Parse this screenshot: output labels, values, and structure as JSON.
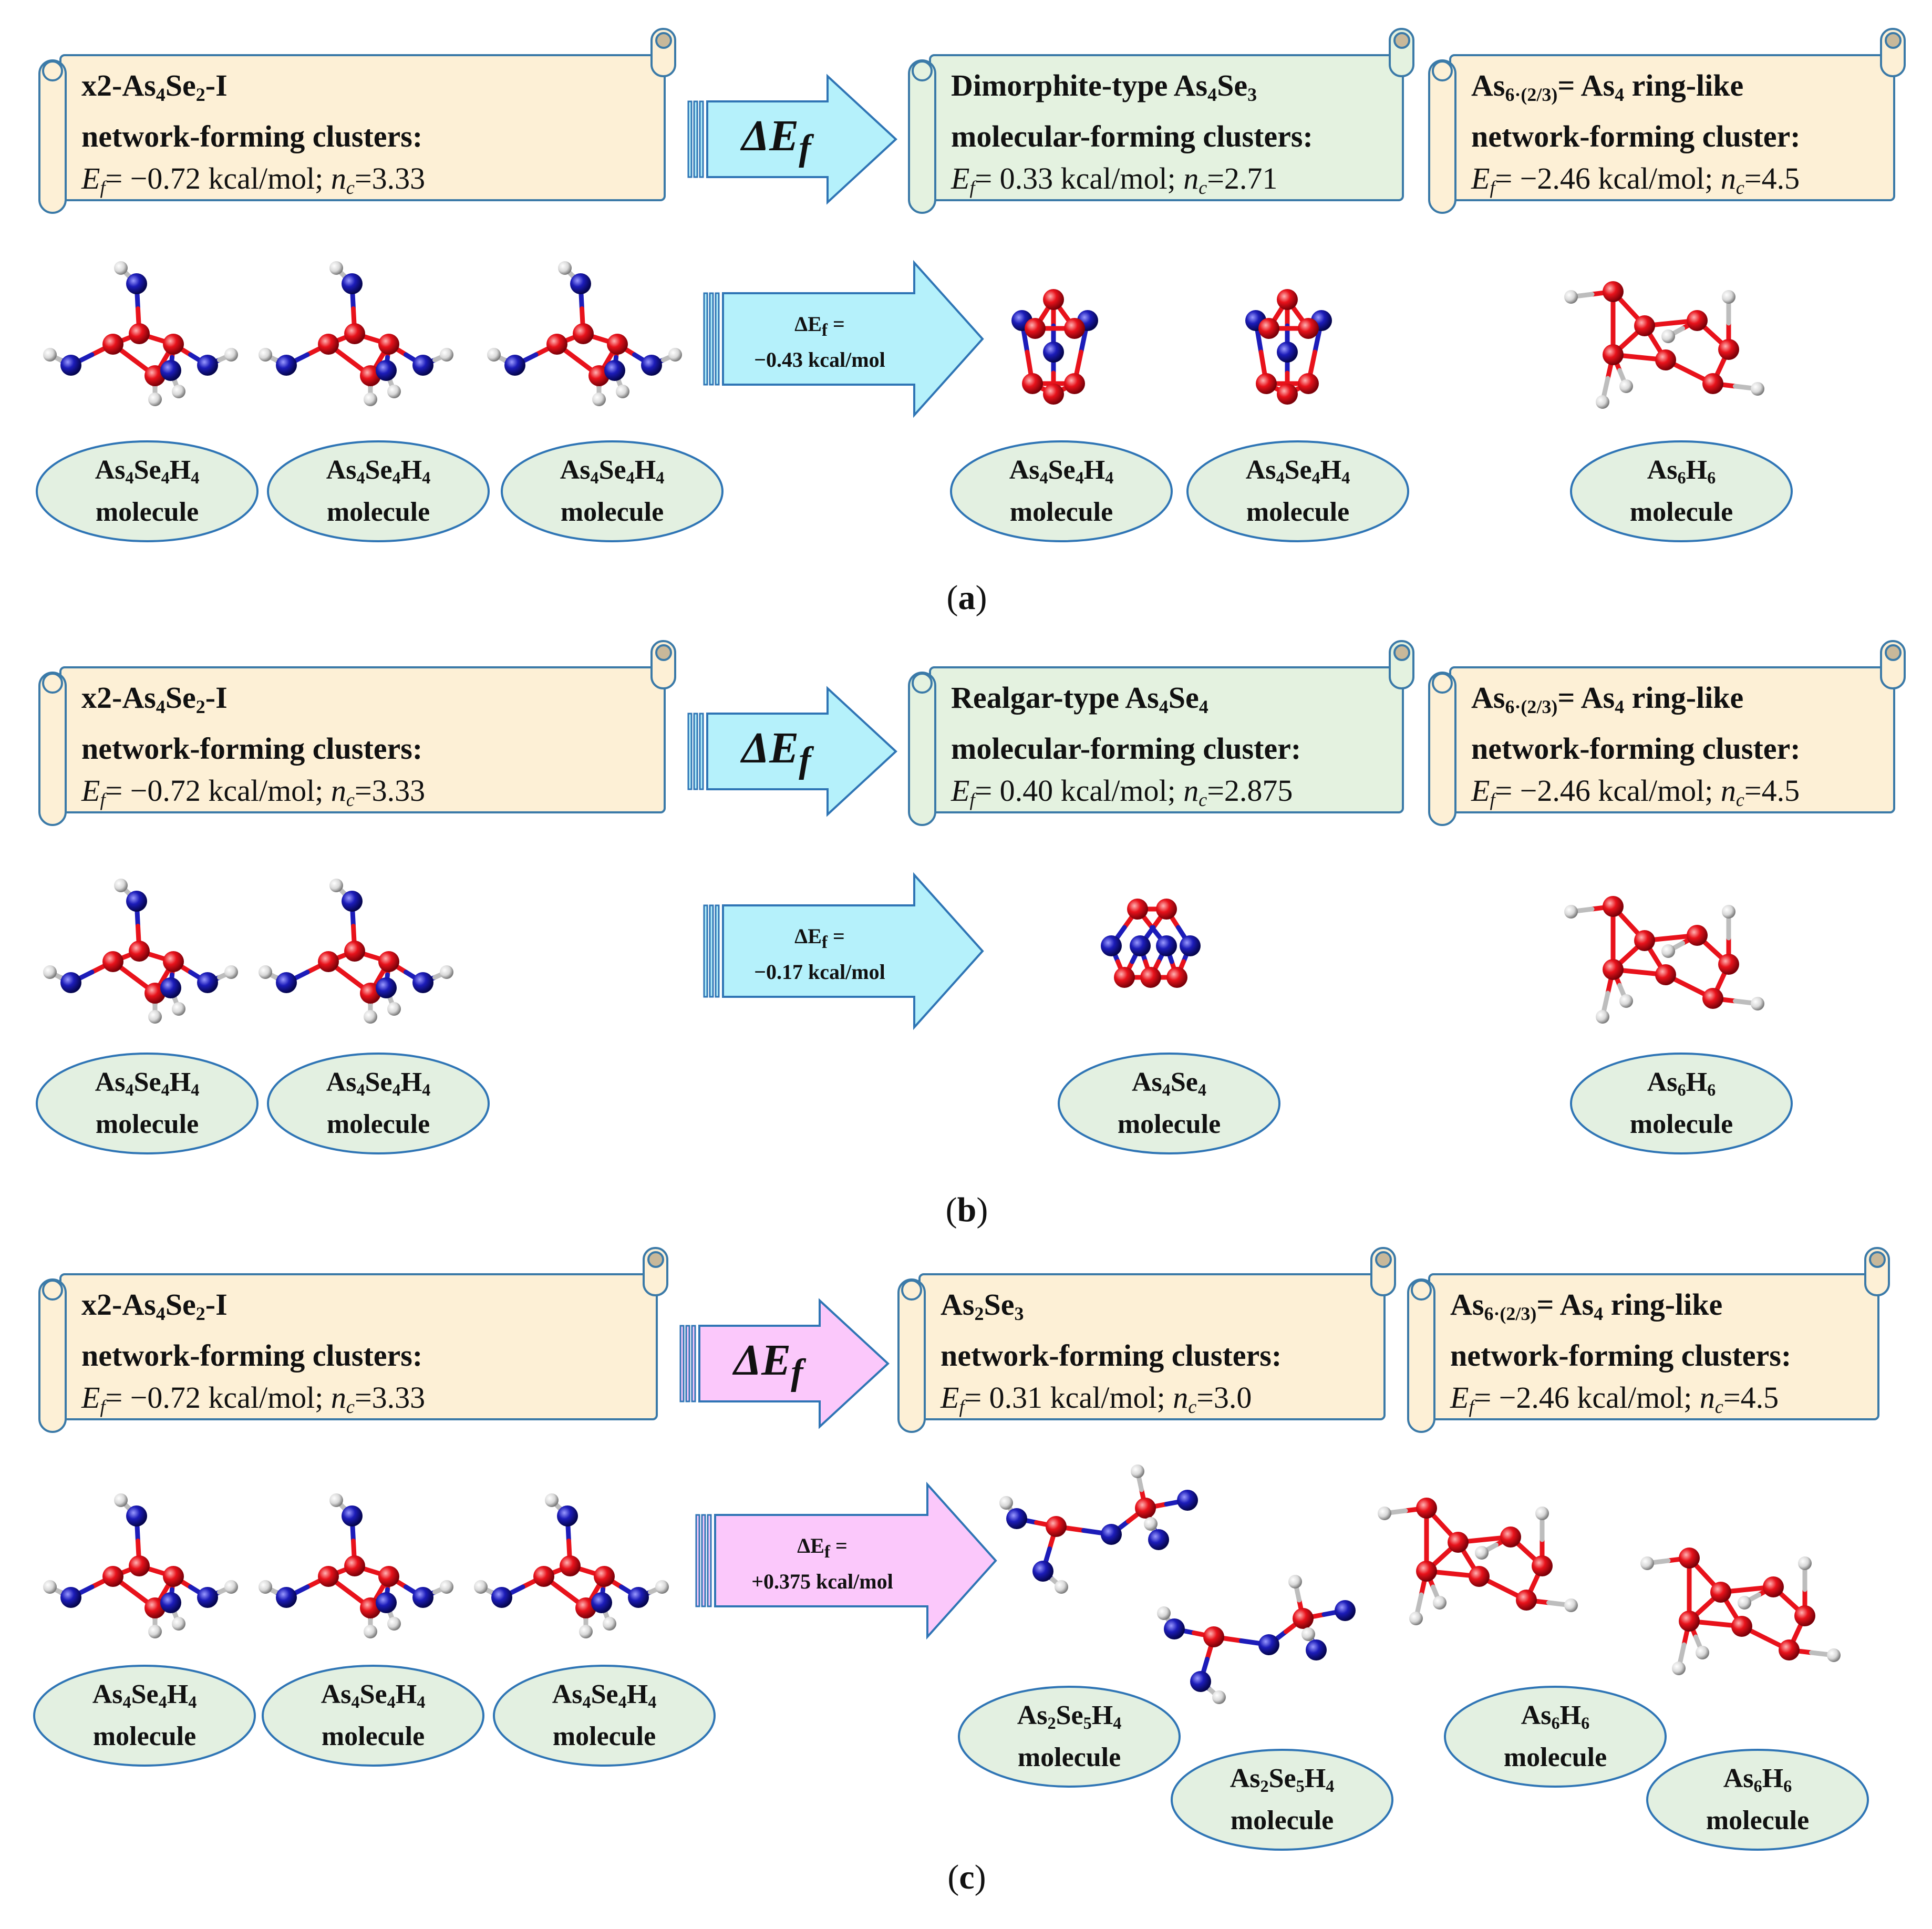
{
  "panels": [
    {
      "caption_letter": "a",
      "boxes": [
        {
          "line1": "x2-As<sub>4</sub>Se<sub>2</sub>-I",
          "line2": "network-forming clusters:",
          "line3": "<i>E<sub>f</sub></i>= −0.72 kcal/mol; <i>n<sub>c</sub></i>=3.33"
        },
        {
          "line1": "Dimorphite-type As<sub>4</sub>Se<sub>3</sub>",
          "line2": "molecular-forming clusters:",
          "line3": "<i>E<sub>f</sub></i>= 0.33 kcal/mol; <i>n<sub>c</sub></i>=2.71"
        },
        {
          "line1": "As<sub>6·(2/3)</sub>= As<sub>4</sub> ring-like",
          "line2": "network-forming cluster:",
          "line3": "<i>E<sub>f</sub></i>= −2.46 kcal/mol; <i>n<sub>c</sub></i>=4.5"
        }
      ],
      "arrow_top": "ΔE<sub>f</sub>",
      "arrow_bottom": [
        "ΔE<sub>f</sub> =",
        "−0.43 kcal/mol"
      ],
      "molecules": [
        {
          "formula": "As<sub>4</sub>Se<sub>4</sub>H<sub>4</sub>",
          "word": "molecule"
        },
        {
          "formula": "As<sub>4</sub>Se<sub>4</sub>H<sub>4</sub>",
          "word": "molecule"
        },
        {
          "formula": "As<sub>4</sub>Se<sub>4</sub>H<sub>4</sub>",
          "word": "molecule"
        },
        {
          "formula": "As<sub>4</sub>Se<sub>4</sub>H<sub>4</sub>",
          "word": "molecule"
        },
        {
          "formula": "As<sub>4</sub>Se<sub>4</sub>H<sub>4</sub>",
          "word": "molecule"
        },
        {
          "formula": "As<sub>6</sub>H<sub>6</sub>",
          "word": "molecule"
        }
      ]
    },
    {
      "caption_letter": "b",
      "boxes": [
        {
          "line1": "x2-As<sub>4</sub>Se<sub>2</sub>-I",
          "line2": "network-forming clusters:",
          "line3": "<i>E<sub>f</sub></i>= −0.72 kcal/mol; <i>n<sub>c</sub></i>=3.33"
        },
        {
          "line1": "Realgar-type As<sub>4</sub>Se<sub>4</sub>",
          "line2": "molecular-forming cluster:",
          "line3": "<i>E<sub>f</sub></i>= 0.40 kcal/mol; <i>n<sub>c</sub></i>=2.875"
        },
        {
          "line1": "As<sub>6·(2/3)</sub>= As<sub>4</sub> ring-like",
          "line2": "network-forming cluster:",
          "line3": "<i>E<sub>f</sub></i>= −2.46 kcal/mol; <i>n<sub>c</sub></i>=4.5"
        }
      ],
      "arrow_top": "ΔE<sub>f</sub>",
      "arrow_bottom": [
        "ΔE<sub>f</sub> =",
        "−0.17 kcal/mol"
      ],
      "molecules": [
        {
          "formula": "As<sub>4</sub>Se<sub>4</sub>H<sub>4</sub>",
          "word": "molecule"
        },
        {
          "formula": "As<sub>4</sub>Se<sub>4</sub>H<sub>4</sub>",
          "word": "molecule"
        },
        {
          "formula": "As<sub>4</sub>Se<sub>4</sub>",
          "word": "molecule"
        },
        {
          "formula": "As<sub>6</sub>H<sub>6</sub>",
          "word": "molecule"
        }
      ]
    },
    {
      "caption_letter": "c",
      "boxes": [
        {
          "line1": "x2-As<sub>4</sub>Se<sub>2</sub>-I",
          "line2": "network-forming clusters:",
          "line3": "<i>E<sub>f</sub></i>= −0.72 kcal/mol; <i>n<sub>c</sub></i>=3.33"
        },
        {
          "line1": "As<sub>2</sub>Se<sub>3</sub>",
          "line2": "network-forming clusters:",
          "line3": "<i>E<sub>f</sub></i>= 0.31 kcal/mol; <i>n<sub>c</sub></i>=3.0"
        },
        {
          "line1": "As<sub>6·(2/3)</sub>= As<sub>4</sub> ring-like",
          "line2": "network-forming clusters:",
          "line3": "<i>E<sub>f</sub></i>= −2.46 kcal/mol; <i>n<sub>c</sub></i>=4.5"
        }
      ],
      "arrow_top": "ΔE<sub>f</sub>",
      "arrow_bottom": [
        "ΔE<sub>f</sub> =",
        "+0.375 kcal/mol"
      ],
      "molecules": [
        {
          "formula": "As<sub>4</sub>Se<sub>4</sub>H<sub>4</sub>",
          "word": "molecule"
        },
        {
          "formula": "As<sub>4</sub>Se<sub>4</sub>H<sub>4</sub>",
          "word": "molecule"
        },
        {
          "formula": "As<sub>4</sub>Se<sub>4</sub>H<sub>4</sub>",
          "word": "molecule"
        },
        {
          "formula": "As<sub>2</sub>Se<sub>5</sub>H<sub>4</sub>",
          "word": "molecule"
        },
        {
          "formula": "As<sub>2</sub>Se<sub>5</sub>H<sub>4</sub>",
          "word": "molecule"
        },
        {
          "formula": "As<sub>6</sub>H<sub>6</sub>",
          "word": "molecule"
        },
        {
          "formula": "As<sub>6</sub>H<sub>6</sub>",
          "word": "molecule"
        }
      ]
    }
  ],
  "colors": {
    "scroll_yellow": "#fdf0d6",
    "scroll_green": "#e4f2e0",
    "scroll_border": "#3b7aa8",
    "ellipse_fill": "#e3f0e1",
    "ellipse_border": "#2f75b5",
    "arrow_cyan": "#b5f1fb",
    "arrow_pink": "#fbc8fb",
    "arrow_border": "#2f75b5",
    "as_atom": "#e8121b",
    "se_atom": "#1c1cb9",
    "h_atom": "#e3e3e3"
  }
}
